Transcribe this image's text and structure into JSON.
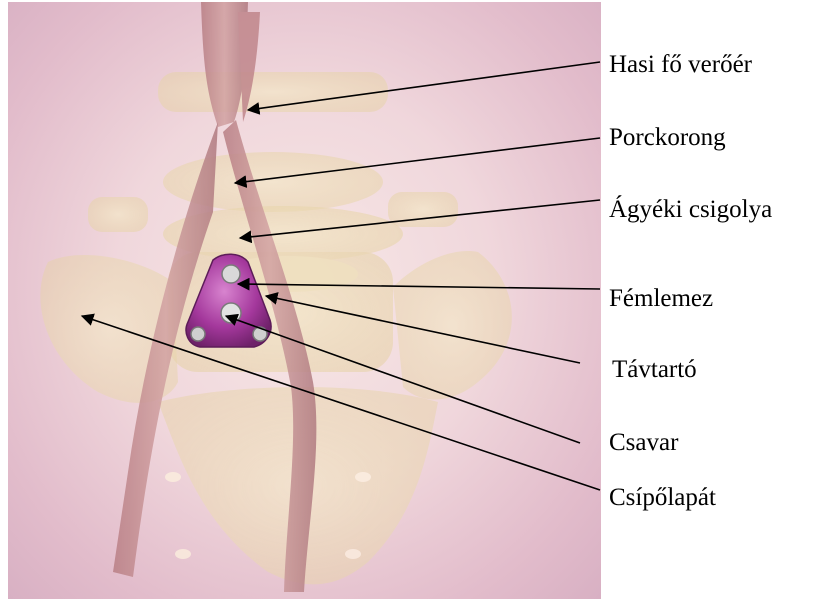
{
  "labels": {
    "aorta": "Hasi fő verőér",
    "disc": "Porckorong",
    "vertebra": "Ágyéki csigolya",
    "plate": "Fémlemez",
    "spacer": "Távtartó",
    "screw": "Csavar",
    "ilium": "Csípőlapát"
  },
  "colors": {
    "background": "#efd6dc",
    "bone": "#ecdcb4",
    "vessel": "#c48e90",
    "implant": "#a03a96",
    "arrow": "#000000"
  }
}
